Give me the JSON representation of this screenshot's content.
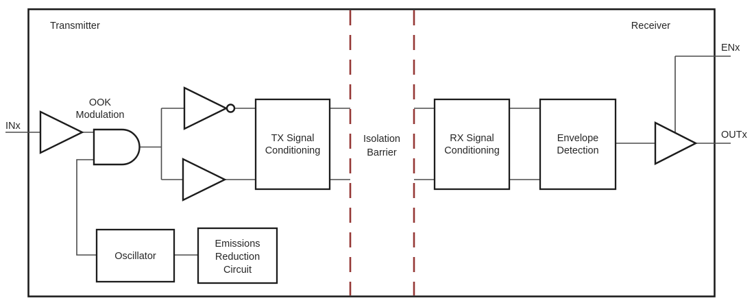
{
  "diagram": {
    "region_labels": {
      "transmitter": "Transmitter",
      "receiver": "Receiver"
    },
    "ports": {
      "input": "INx",
      "enable": "ENx",
      "output": "OUTx"
    },
    "annotations": {
      "ook_line1": "OOK",
      "ook_line2": "Modulation",
      "iso_line1": "Isolation",
      "iso_line2": "Barrier"
    },
    "blocks": {
      "tx_cond_line1": "TX Signal",
      "tx_cond_line2": "Conditioning",
      "rx_cond_line1": "RX Signal",
      "rx_cond_line2": "Conditioning",
      "env_line1": "Envelope",
      "env_line2": "Detection",
      "oscillator": "Oscillator",
      "emissions_line1": "Emissions",
      "emissions_line2": "Reduction",
      "emissions_line3": "Circuit"
    },
    "colors": {
      "outline": "#1c1c1c",
      "wire": "#4a4a4a",
      "text": "#262626",
      "isolation_barrier": "#953735",
      "background": "#ffffff"
    }
  }
}
